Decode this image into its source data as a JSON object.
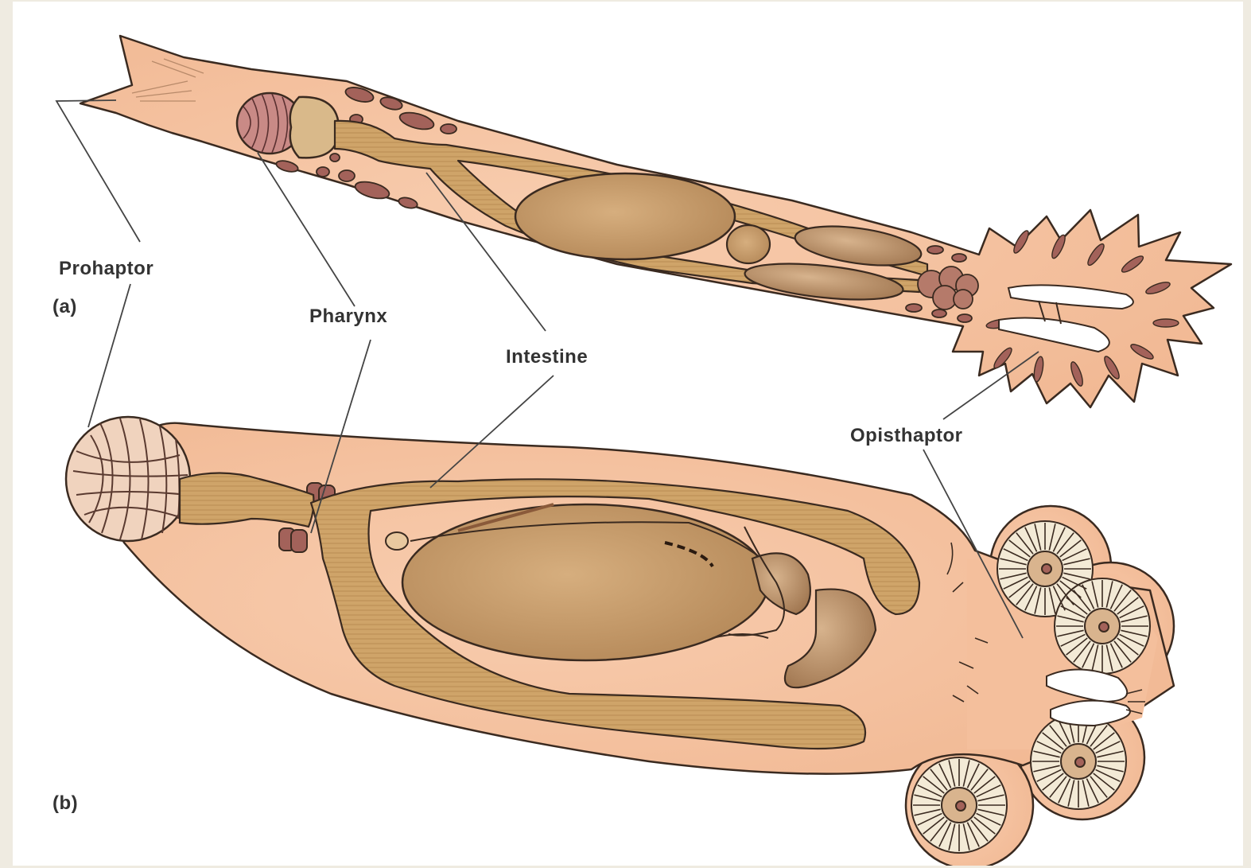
{
  "labels": {
    "prohaptor": "Prohaptor",
    "pharynx": "Pharynx",
    "intestine": "Intestine",
    "opisthaptor": "Opisthaptor",
    "panel_a": "(a)",
    "panel_b": "(b)"
  },
  "colors": {
    "background": "#efebe1",
    "body": "#f5c09e",
    "gut": "#cfa469",
    "gut_dark": "#a97e45",
    "organ": "#a9705b",
    "sucker_fill": "#f3ead6",
    "outline": "#3a2a20"
  }
}
